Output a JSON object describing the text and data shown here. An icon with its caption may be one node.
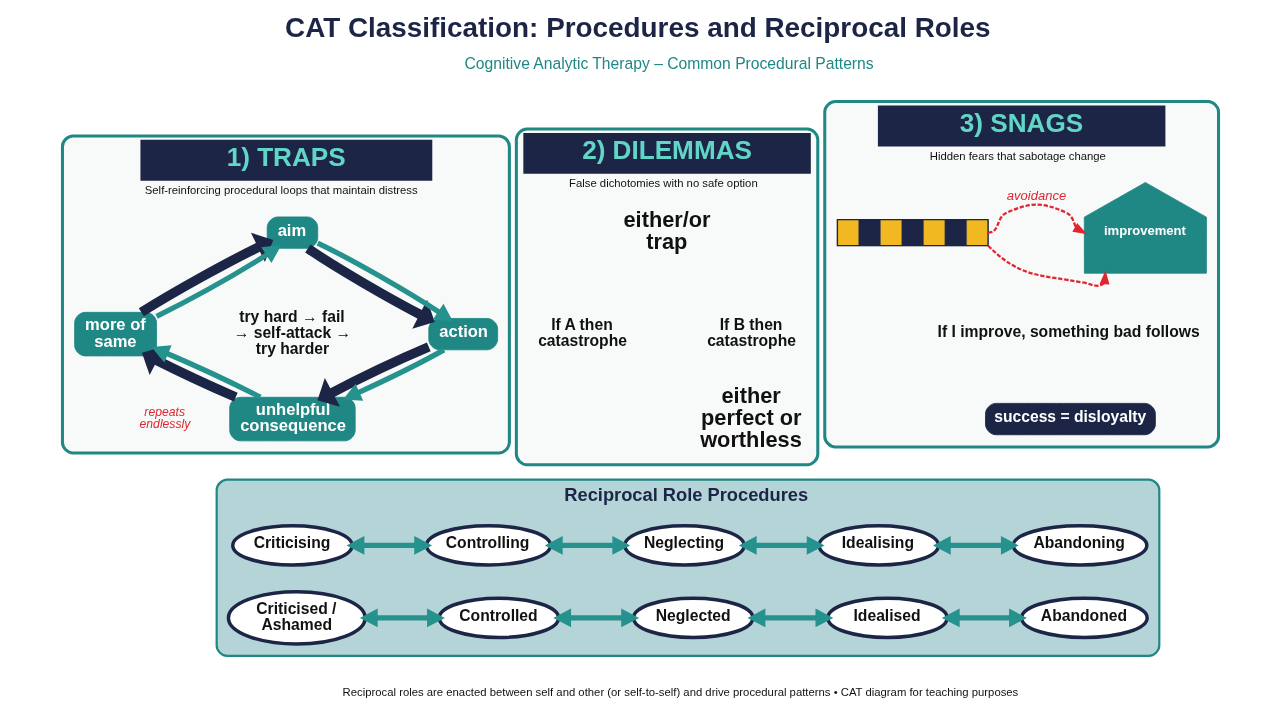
{
  "diagram": {
    "title": "CAT Classification: Procedures and Reciprocal Roles",
    "caption": "Reciprocal roles are enacted between self and other (or self-to-self) and drive procedural patterns • CAT diagram for teaching purposes",
    "nodes": [
      {
        "text": [
          "1) TRAPS",
          "Self-reinforcing procedural loops that maintain distress"
        ]
      },
      {
        "text": [
          "aim"
        ],
        "in": 0
      },
      {
        "text": [
          "action"
        ],
        "in": 0
      },
      {
        "text": [
          "unhelpful consequence"
        ],
        "in": 0
      },
      {
        "text": [
          "more of same"
        ],
        "in": 0
      },
      {
        "text": [
          "2) DILEMMAS",
          "False dichotomies with no safe option"
        ]
      },
      {
        "text": [
          "3) SNAGS",
          "Hidden fears that sabotage change"
        ]
      },
      {
        "text": [
          "improvement"
        ],
        "in": 6
      },
      {
        "text": [],
        "shape": "bar",
        "in": 6
      },
      {
        "text": [
          "success = disloyalty"
        ],
        "in": 6
      },
      {
        "text": [
          "Reciprocal Role Procedures"
        ]
      },
      {
        "text": [
          "Criticising"
        ],
        "in": 10
      },
      {
        "text": [
          "Controlling"
        ],
        "in": 10
      },
      {
        "text": [
          "Neglecting"
        ],
        "in": 10
      },
      {
        "text": [
          "Idealising"
        ],
        "in": 10
      },
      {
        "text": [
          "Abandoning"
        ],
        "in": 10
      },
      {
        "text": [
          "Criticised / Ashamed"
        ],
        "in": 10
      },
      {
        "text": [
          "Controlled"
        ],
        "in": 10
      },
      {
        "text": [
          "Neglected"
        ],
        "in": 10
      },
      {
        "text": [
          "Idealised"
        ],
        "in": 10
      },
      {
        "text": [
          "Abandoned"
        ],
        "in": 10
      }
    ],
    "edges": [
      {
        "from": 1,
        "to": 2,
        "arrow": "to",
        "style": "thick",
        "color": "#1c2546"
      },
      {
        "from": 2,
        "to": 3,
        "arrow": "to",
        "style": "thick",
        "color": "#1c2546"
      },
      {
        "from": 3,
        "to": 4,
        "arrow": "to",
        "style": "thick",
        "color": "#1c2546"
      },
      {
        "from": 4,
        "to": 1,
        "arrow": "to",
        "style": "thick",
        "color": "#1c2546"
      },
      {
        "from": 1,
        "to": 2,
        "arrow": "to"
      },
      {
        "from": 2,
        "to": 3,
        "arrow": "to"
      },
      {
        "from": 3,
        "to": 4,
        "arrow": "to"
      },
      {
        "from": 4,
        "to": 1,
        "arrow": "to"
      },
      {
        "from": 8,
        "to": 7,
        "arrow": "to",
        "label": "avoidance",
        "style": "dashed",
        "color": "#e0262f"
      },
      {
        "from": 8,
        "to": 7,
        "arrow": "to",
        "style": "dashed",
        "color": "#e0262f"
      },
      {
        "from": 11,
        "to": 12,
        "arrow": "both"
      },
      {
        "from": 12,
        "to": 13,
        "arrow": "both"
      },
      {
        "from": 13,
        "to": 14,
        "arrow": "both"
      },
      {
        "from": 14,
        "to": 15,
        "arrow": "both"
      },
      {
        "from": 16,
        "to": 17,
        "arrow": "both"
      },
      {
        "from": 17,
        "to": 18,
        "arrow": "both"
      },
      {
        "from": 18,
        "to": 19,
        "arrow": "both"
      },
      {
        "from": 19,
        "to": 20,
        "arrow": "both"
      }
    ],
    "labels": [
      "Cognitive Analytic Therapy – Common Procedural Patterns",
      "try hard → fail → self-attack → try harder",
      "repeats endlessly",
      "either/or trap",
      "If A then catastrophe",
      "If B then catastrophe",
      "either perfect or worthless",
      "If I improve, something bad follows"
    ]
  }
}
